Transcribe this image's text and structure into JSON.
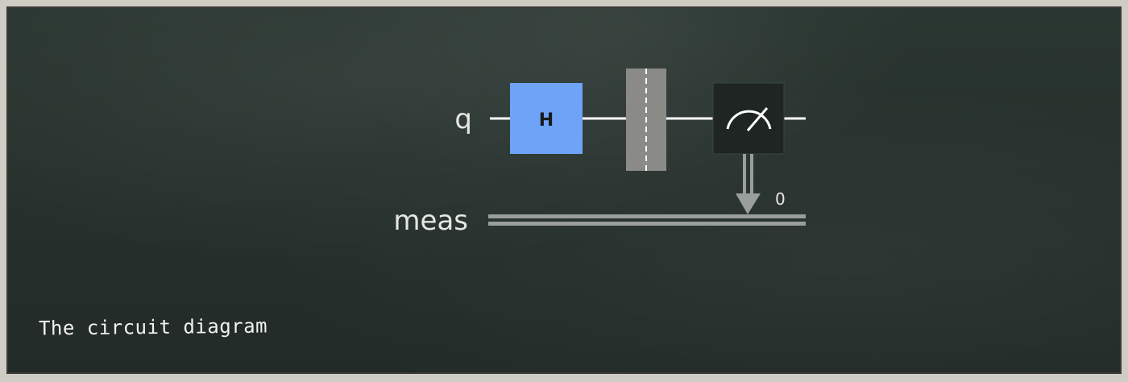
{
  "circuit": {
    "qubit_label": "q",
    "classical_label": "meas",
    "gate_label": "H",
    "measure_bit_index": "0",
    "colors": {
      "gate_fill": "#6ea3f7",
      "barrier_fill": "#8a8a86",
      "measure_fill": "#1e2522",
      "wire": "#ffffff",
      "classical_wire": "#9a9e9c"
    },
    "icons": [
      "meter-icon"
    ]
  },
  "caption": "The circuit diagram"
}
